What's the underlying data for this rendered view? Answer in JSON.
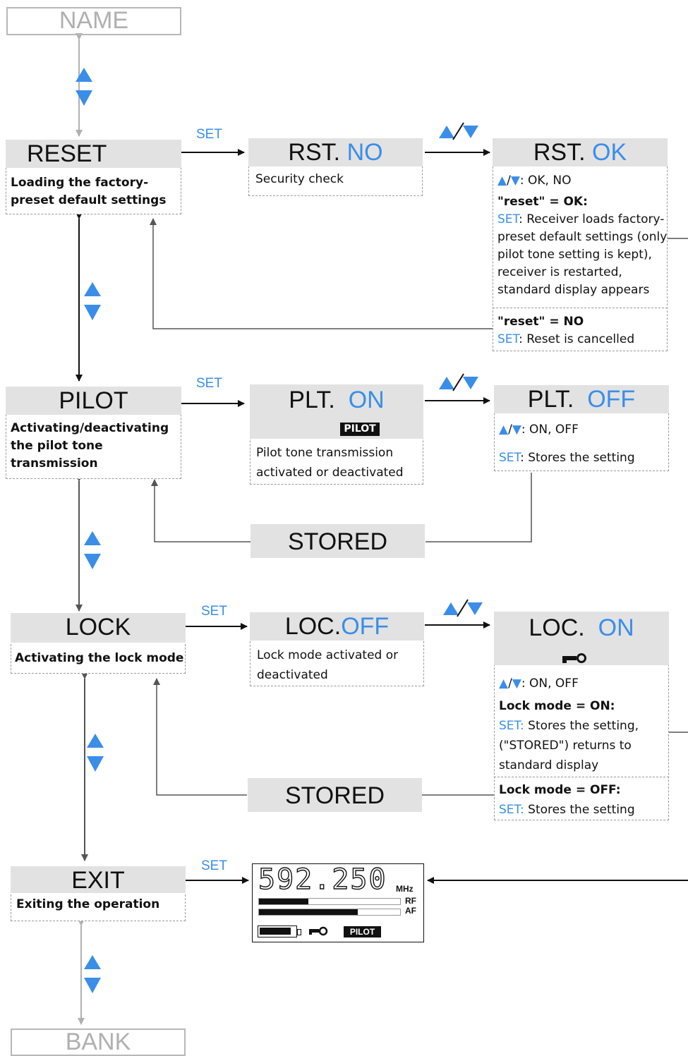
{
  "nav_top": "NAME",
  "nav_bottom": "BANK",
  "set_label": "SET",
  "reset": {
    "title": "RESET",
    "desc": [
      "Loading the factory-",
      "preset default settings"
    ],
    "check_title_a": "RST.",
    "check_title_b": "NO",
    "check_desc": "Security check",
    "ok_title_a": "RST.",
    "ok_title_b": "OK",
    "ok_nav": ": OK, NO",
    "ok_h1": "\"reset\" = OK:",
    "ok_set1": "SET",
    "ok_l1": ": Receiver loads factory-",
    "ok_l2": "preset default settings (only",
    "ok_l3": "pilot tone setting is kept),",
    "ok_l4": "receiver is restarted,",
    "ok_l5": "standard display appears",
    "ok_h2": "\"reset\" = NO",
    "ok_set2": "SET",
    "ok_l6": ":  Reset is cancelled"
  },
  "pilot": {
    "title": "PILOT",
    "desc": [
      "Activating/deactivating",
      "the pilot tone",
      "transmission"
    ],
    "a_title_a": "PLT.",
    "a_title_b": "ON",
    "a_badge": "PILOT",
    "a_desc": [
      "Pilot tone transmission",
      "activated or deactivated"
    ],
    "b_title_a": "PLT.",
    "b_title_b": "OFF",
    "b_nav": ": ON, OFF",
    "b_set": "SET",
    "b_l1": ": Stores the setting",
    "stored": "STORED"
  },
  "lock": {
    "title": "LOCK",
    "desc": "Activating the lock mode",
    "a_title_a": "LOC.",
    "a_title_b": "OFF",
    "a_desc": [
      "Lock mode activated or",
      "deactivated"
    ],
    "b_title_a": "LOC.",
    "b_title_b": "ON",
    "b_nav": ": ON, OFF",
    "b_h1": "Lock mode = ON:",
    "b_set1": "SET:",
    "b_l1": " Stores the setting,",
    "b_l2": "(\"STORED\") returns to",
    "b_l3": "standard display",
    "b_h2": "Lock mode = OFF:",
    "b_set2": "SET:",
    "b_l4": " Stores the setting",
    "stored": "STORED"
  },
  "exit": {
    "title": "EXIT",
    "desc": "Exiting the operation"
  },
  "display": {
    "freq": "592.250",
    "unit": "MHz",
    "rf": "RF",
    "af": "AF",
    "pilot": "PILOT",
    "rf_level": 0.35,
    "af_level": 0.7
  },
  "colors": {
    "blue": "#3a8ee8",
    "gray": "#e2e2e2",
    "arrow_gray": "#b0b0b0"
  }
}
